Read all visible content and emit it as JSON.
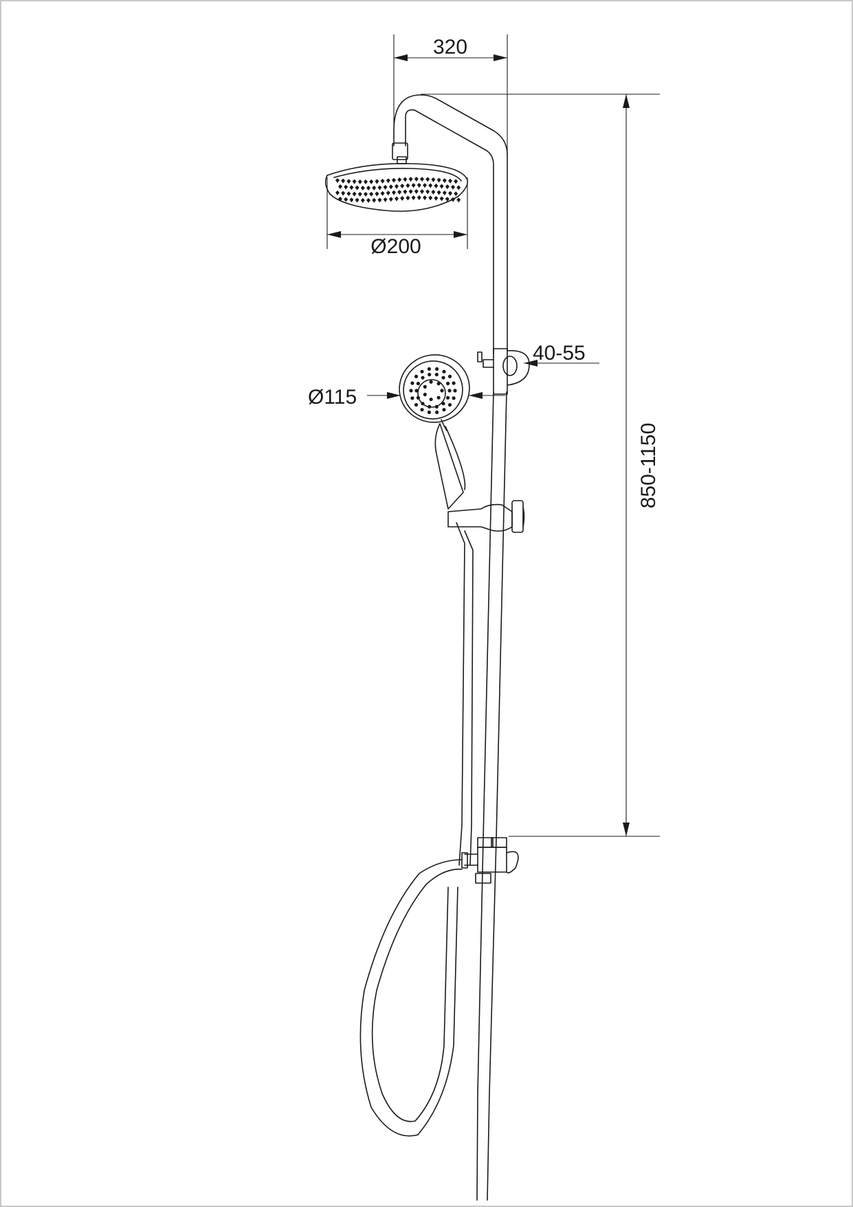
{
  "colors": {
    "line": "#1a1a1a",
    "background": "#ffffff",
    "frame": "#9a9a9a"
  },
  "dimensions": {
    "arm_reach": "320",
    "overhead_diameter": "Ø200",
    "handheld_diameter": "Ø115",
    "wall_bracket_distance": "40-55",
    "adjustable_height": "850-1150"
  }
}
